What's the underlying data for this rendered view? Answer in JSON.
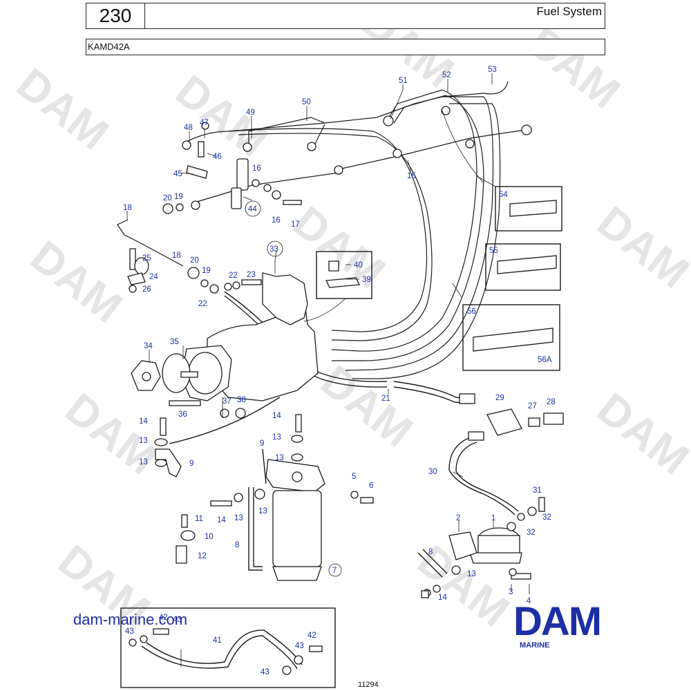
{
  "header": {
    "number": "230",
    "title": "Fuel System",
    "model": "KAMD42A"
  },
  "watermark": "DAM",
  "callouts": [
    {
      "n": "1"
    },
    {
      "n": "2"
    },
    {
      "n": "3"
    },
    {
      "n": "4"
    },
    {
      "n": "5"
    },
    {
      "n": "6"
    },
    {
      "n": "7"
    },
    {
      "n": "8"
    },
    {
      "n": "8"
    },
    {
      "n": "9"
    },
    {
      "n": "9"
    },
    {
      "n": "10"
    },
    {
      "n": "11"
    },
    {
      "n": "12"
    },
    {
      "n": "13"
    },
    {
      "n": "13"
    },
    {
      "n": "13"
    },
    {
      "n": "13"
    },
    {
      "n": "13"
    },
    {
      "n": "13"
    },
    {
      "n": "13"
    },
    {
      "n": "14"
    },
    {
      "n": "14"
    },
    {
      "n": "14"
    },
    {
      "n": "14"
    },
    {
      "n": "15"
    },
    {
      "n": "16"
    },
    {
      "n": "16"
    },
    {
      "n": "17"
    },
    {
      "n": "18"
    },
    {
      "n": "18"
    },
    {
      "n": "19"
    },
    {
      "n": "19"
    },
    {
      "n": "20"
    },
    {
      "n": "20"
    },
    {
      "n": "21"
    },
    {
      "n": "22"
    },
    {
      "n": "22"
    },
    {
      "n": "23"
    },
    {
      "n": "24"
    },
    {
      "n": "25"
    },
    {
      "n": "26"
    },
    {
      "n": "27"
    },
    {
      "n": "28"
    },
    {
      "n": "29"
    },
    {
      "n": "30"
    },
    {
      "n": "31"
    },
    {
      "n": "32"
    },
    {
      "n": "32"
    },
    {
      "n": "33"
    },
    {
      "n": "34"
    },
    {
      "n": "35"
    },
    {
      "n": "36"
    },
    {
      "n": "37"
    },
    {
      "n": "38"
    },
    {
      "n": "39"
    },
    {
      "n": "40"
    },
    {
      "n": "41"
    },
    {
      "n": "42"
    },
    {
      "n": "42"
    },
    {
      "n": "43"
    },
    {
      "n": "43"
    },
    {
      "n": "43"
    },
    {
      "n": "43"
    },
    {
      "n": "44"
    },
    {
      "n": "45"
    },
    {
      "n": "46"
    },
    {
      "n": "47"
    },
    {
      "n": "48"
    },
    {
      "n": "49"
    },
    {
      "n": "50"
    },
    {
      "n": "51"
    },
    {
      "n": "52"
    },
    {
      "n": "53"
    },
    {
      "n": "54"
    },
    {
      "n": "55"
    },
    {
      "n": "56"
    },
    {
      "n": "56A"
    }
  ],
  "footer": {
    "website": "dam-marine.com",
    "logo": "DAM",
    "logo_sub": "MARINE",
    "drawing_number": "11294"
  },
  "colors": {
    "label": "#1c2fa5",
    "line": "#1a1a1a",
    "watermark": "#e4e4e4"
  }
}
